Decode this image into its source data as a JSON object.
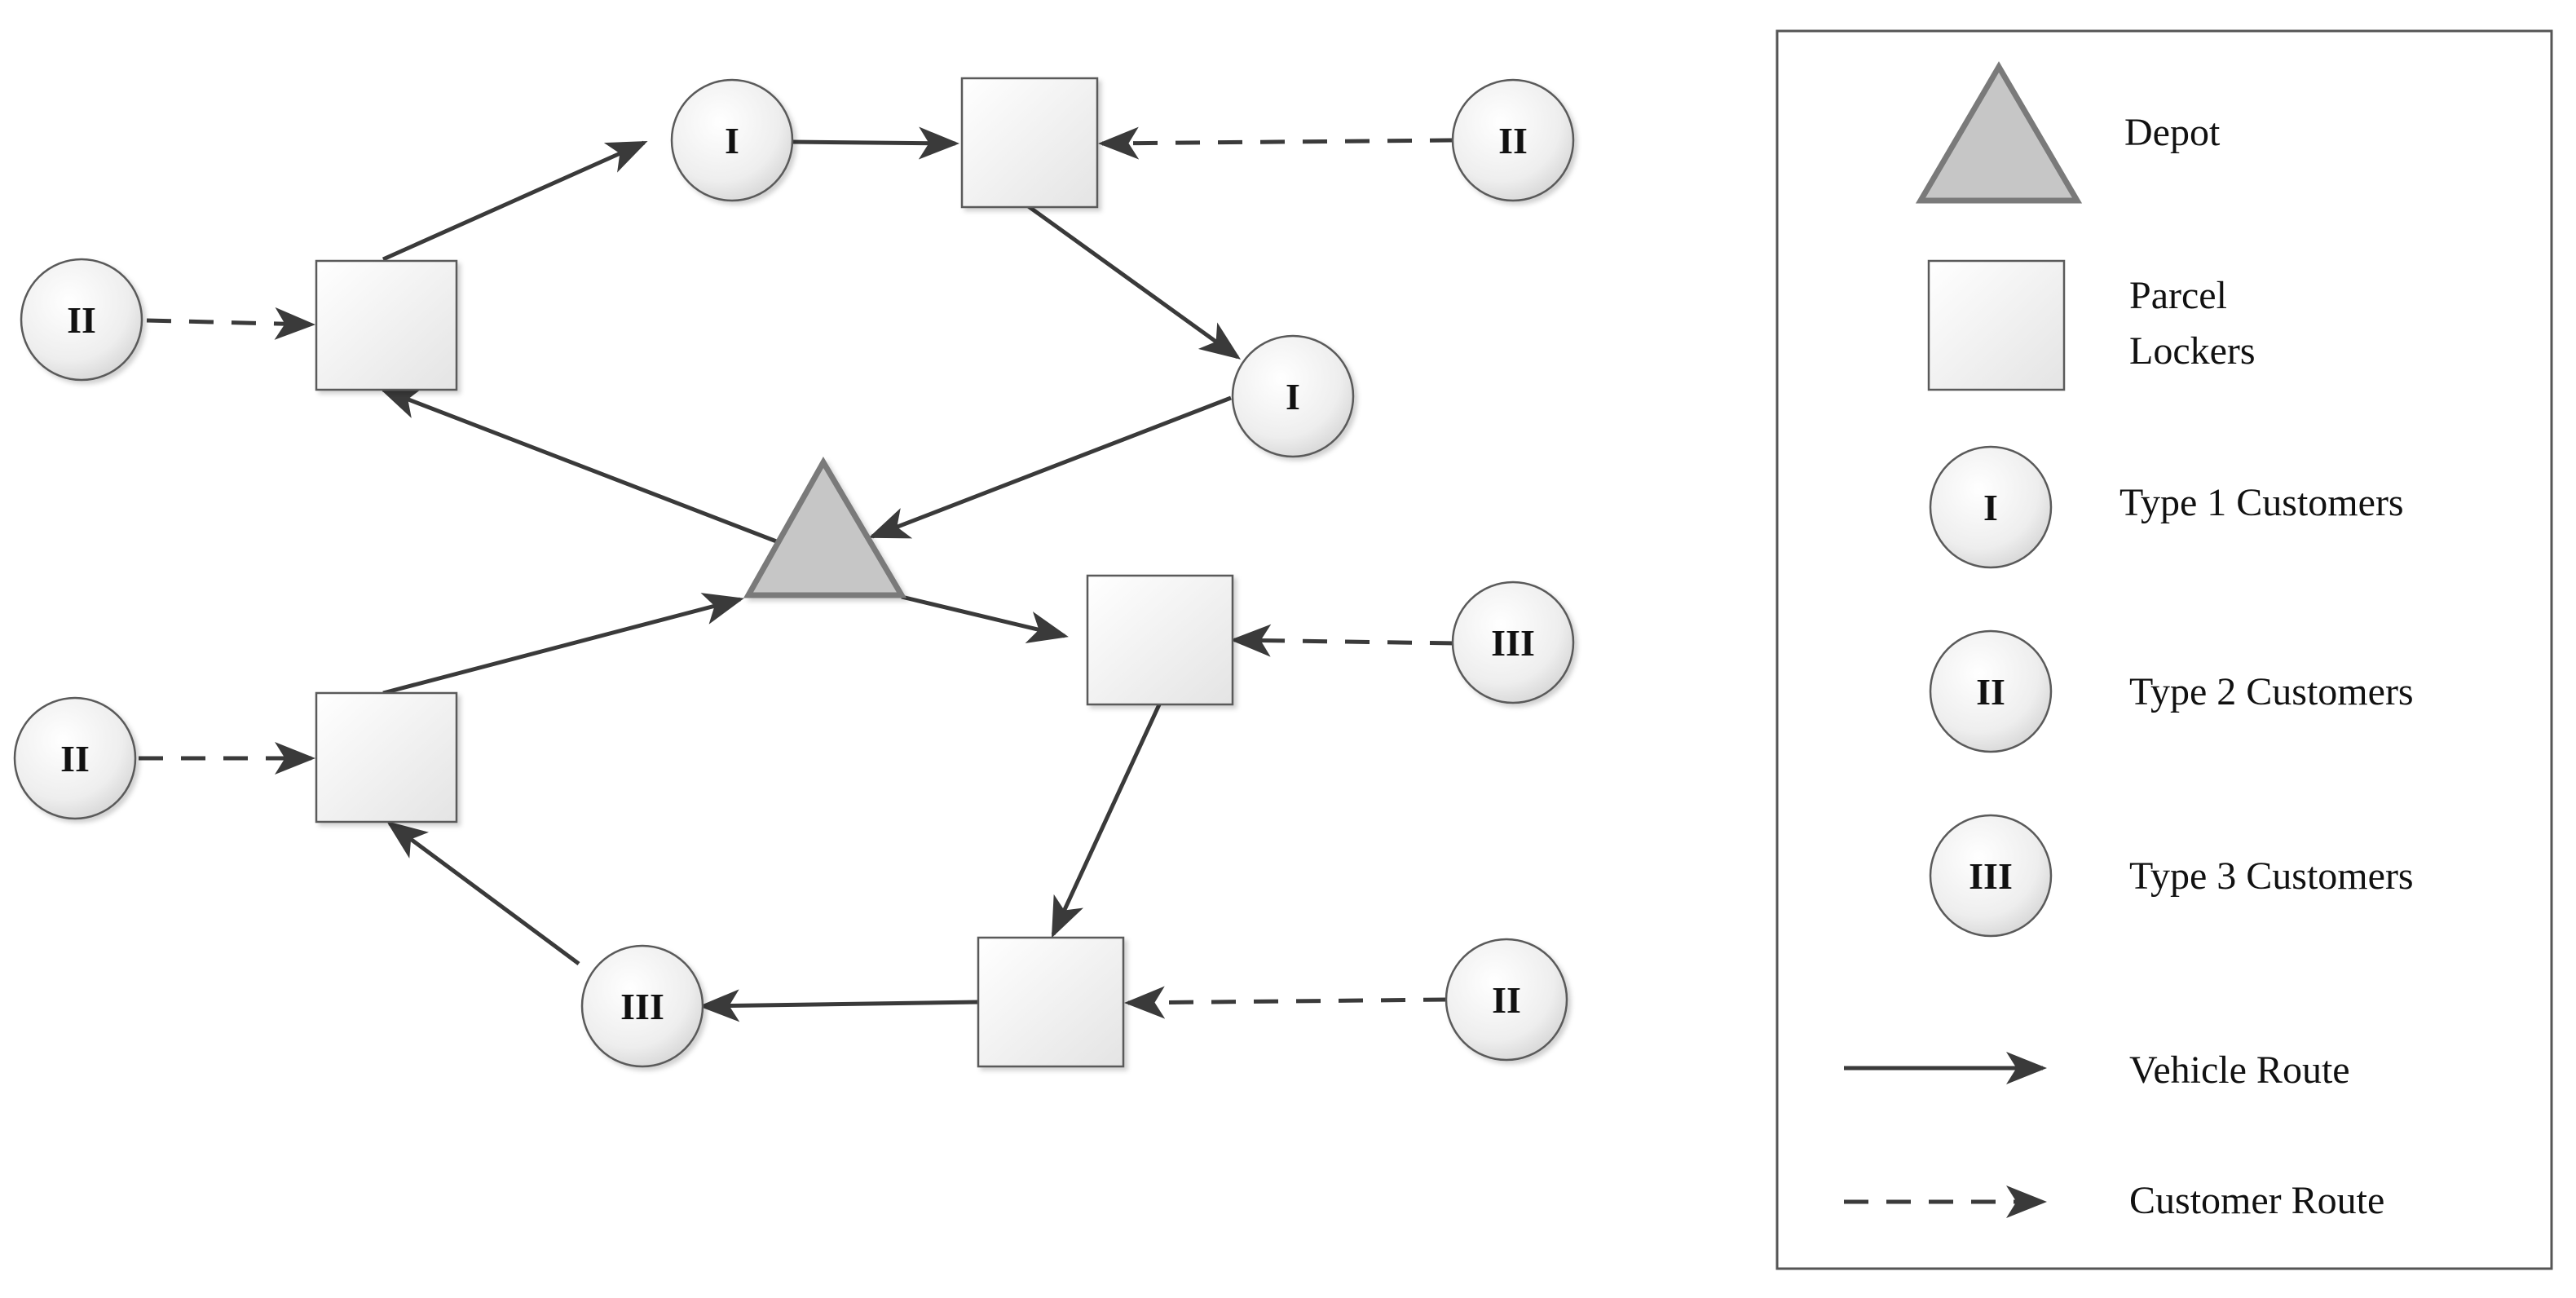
{
  "nodes": {
    "depot": {
      "type": "depot"
    },
    "lockers": [
      {
        "id": "L1"
      },
      {
        "id": "L2"
      },
      {
        "id": "L3"
      },
      {
        "id": "L4"
      },
      {
        "id": "L5"
      },
      {
        "id": "L6"
      }
    ],
    "customers": [
      {
        "id": "C1",
        "label": "I"
      },
      {
        "id": "C2",
        "label": "II"
      },
      {
        "id": "C3",
        "label": "II"
      },
      {
        "id": "C4",
        "label": "I"
      },
      {
        "id": "C5",
        "label": "III"
      },
      {
        "id": "C6",
        "label": "II"
      },
      {
        "id": "C7",
        "label": "II"
      },
      {
        "id": "C8",
        "label": "III"
      }
    ]
  },
  "edges": [
    {
      "from": "L1",
      "to": "C1",
      "kind": "vehicle"
    },
    {
      "from": "C1",
      "to": "L2",
      "kind": "vehicle"
    },
    {
      "from": "C2",
      "to": "L2",
      "kind": "customer"
    },
    {
      "from": "L2",
      "to": "C4",
      "kind": "vehicle"
    },
    {
      "from": "C4",
      "to": "depot",
      "kind": "vehicle"
    },
    {
      "from": "depot",
      "to": "L1",
      "kind": "vehicle"
    },
    {
      "from": "C3",
      "to": "L1",
      "kind": "customer"
    },
    {
      "from": "depot",
      "to": "L4",
      "kind": "vehicle"
    },
    {
      "from": "C5",
      "to": "L4",
      "kind": "customer"
    },
    {
      "from": "L4",
      "to": "L5",
      "kind": "vehicle"
    },
    {
      "from": "C7",
      "to": "L5",
      "kind": "customer"
    },
    {
      "from": "L5",
      "to": "C8",
      "kind": "vehicle"
    },
    {
      "from": "C8",
      "to": "L3",
      "kind": "vehicle"
    },
    {
      "from": "L3",
      "to": "depot",
      "kind": "vehicle"
    },
    {
      "from": "C6",
      "to": "L3",
      "kind": "customer"
    }
  ],
  "legend": {
    "depot": "Depot",
    "lockers_line1": "Parcel",
    "lockers_line2": "Lockers",
    "type1": "Type 1 Customers",
    "type1_symbol": "I",
    "type2": "Type 2 Customers",
    "type2_symbol": "II",
    "type3": "Type 3 Customers",
    "type3_symbol": "III",
    "vehicle_route": "Vehicle Route",
    "customer_route": "Customer Route"
  }
}
